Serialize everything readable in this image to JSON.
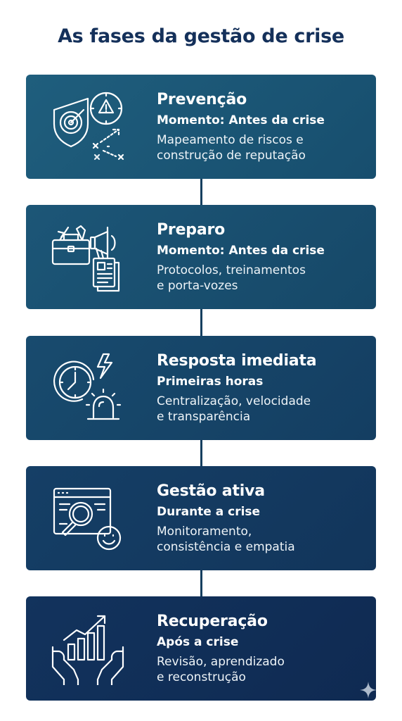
{
  "title": "As fases da gestão de crise",
  "phases": [
    {
      "name": "Prevenção",
      "moment": "Momento: Antes da crise",
      "description": [
        "Mapeamento de riscos e",
        "construção de reputação"
      ],
      "icon": "shield-radar-alert-icon"
    },
    {
      "name": "Preparo",
      "moment": "Momento: Antes da crise",
      "description": [
        "Protocolos, treinamentos",
        "e porta-vozes"
      ],
      "icon": "toolbox-megaphone-document-icon"
    },
    {
      "name": "Resposta imediata",
      "moment": "Primeiras horas",
      "description": [
        "Centralização, velocidade",
        "e transparência"
      ],
      "icon": "clock-alarm-light-icon"
    },
    {
      "name": "Gestão ativa",
      "moment": "Durante a crise",
      "description": [
        "Monitoramento,",
        "consistência e empatia"
      ],
      "icon": "browser-magnifier-smiley-icon"
    },
    {
      "name": "Recuperação",
      "moment": "Após a crise",
      "description": [
        "Revisão, aprendizado",
        "e reconstrução"
      ],
      "icon": "hands-growth-chart-icon"
    }
  ],
  "colors": {
    "title": "#14305a",
    "card_top": "#1f5e7d",
    "card_bottom": "#0f2a52",
    "connector": "#163f5f"
  }
}
